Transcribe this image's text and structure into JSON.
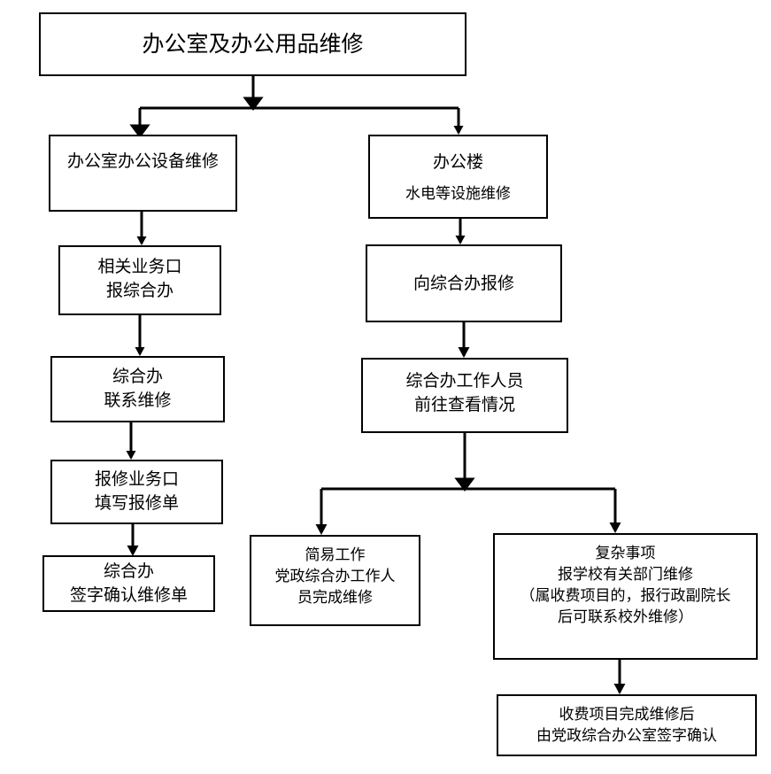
{
  "diagram": {
    "title": "办公室及办公用品维修",
    "stroke_color": "#000000",
    "background_color": "#ffffff"
  },
  "nodes": {
    "title": {
      "lines": [
        "办公室及办公用品维修"
      ]
    },
    "office_equipment_repair": {
      "lines": [
        "办公室办公设备维修"
      ]
    },
    "office_building": {
      "line1": "办公楼",
      "line2": "水电等设施维修"
    },
    "report_department": {
      "line1": "相关业务口",
      "line2": "报综合办"
    },
    "report_to_ga": {
      "lines": [
        "向综合办报修"
      ]
    },
    "ga_contact_repair": {
      "line1": "综合办",
      "line2": "联系维修"
    },
    "ga_staff_inspect": {
      "line1": "综合办工作人员",
      "line2": "前往查看情况"
    },
    "fill_repair_form": {
      "line1": "报修业务口",
      "line2": "填写报修单"
    },
    "ga_sign_form": {
      "line1": "综合办",
      "line2": "签字确认维修单"
    },
    "simple_task": {
      "line1": "简易工作",
      "line2": "党政综合办工作人",
      "line3": "员完成维修"
    },
    "complex_task": {
      "line1": "复杂事项",
      "line2": "报学校有关部门维修",
      "line3": "（属收费项目的，报行政副院长",
      "line4": "后可联系校外维修）"
    },
    "fee_confirm": {
      "line1": "收费项目完成维修后",
      "line2": "由党政综合办公室签字确认"
    }
  }
}
